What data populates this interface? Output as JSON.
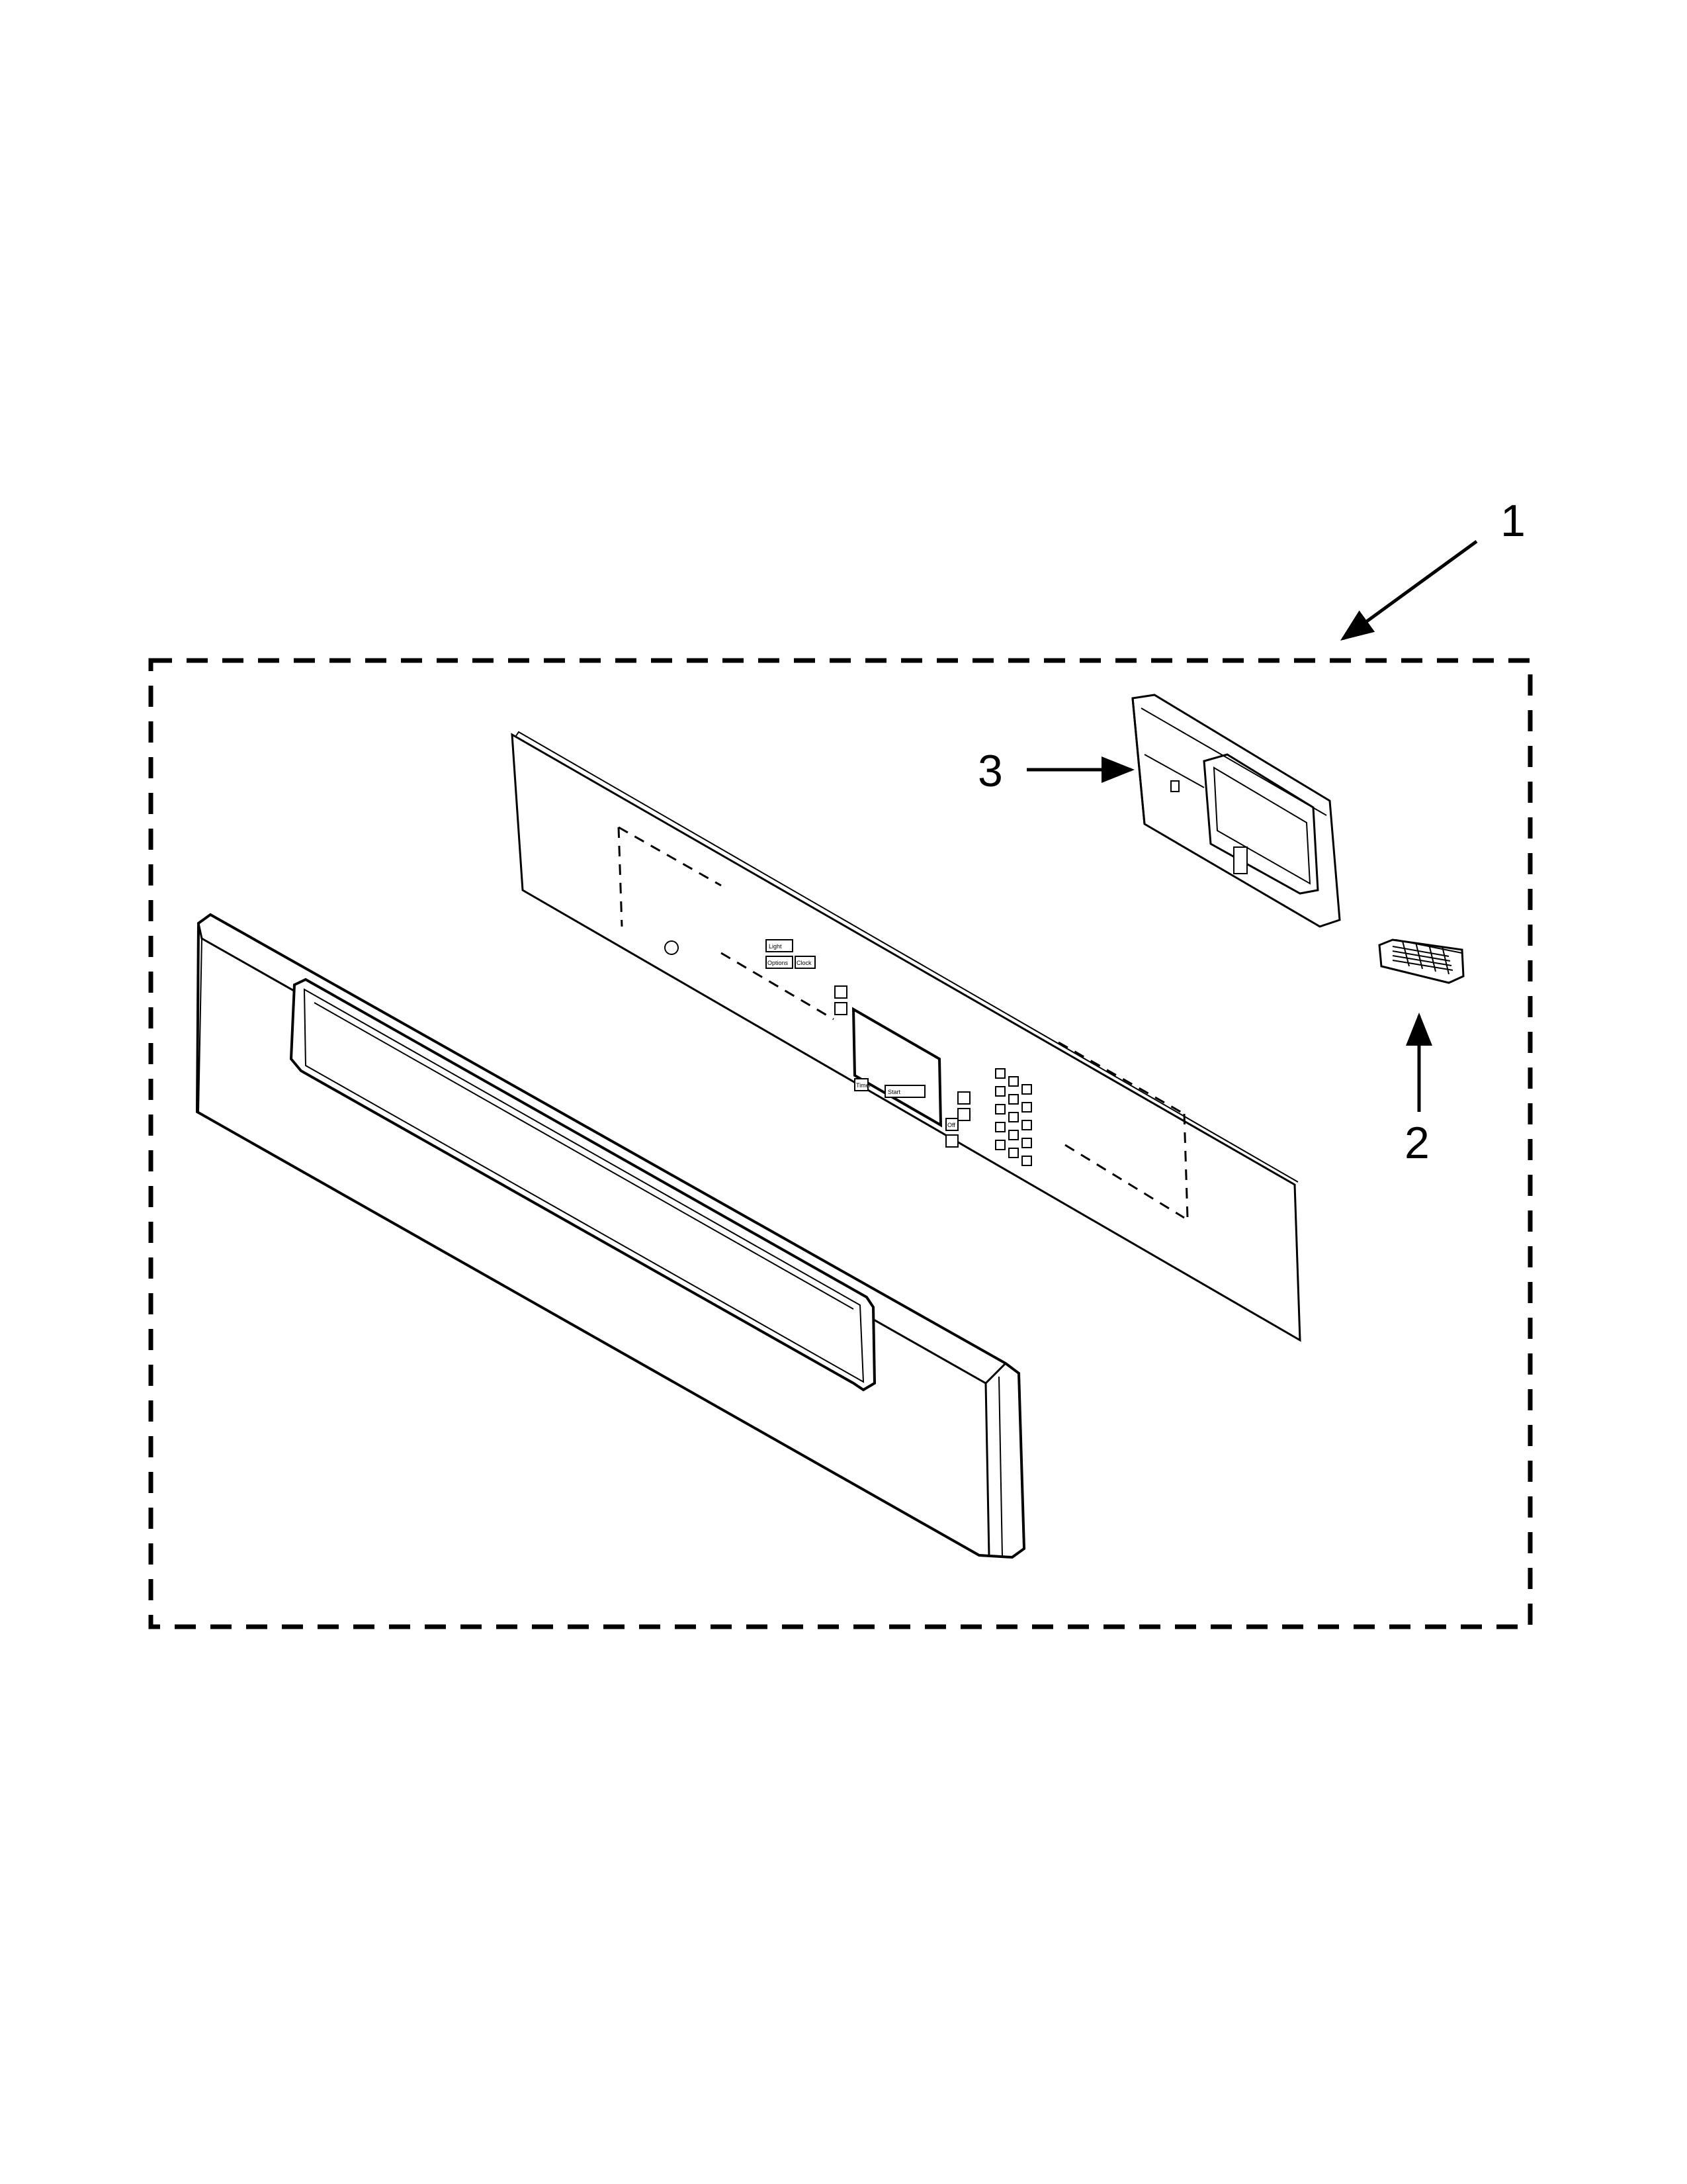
{
  "diagram": {
    "type": "exploded-parts-diagram",
    "callouts": {
      "kit": "1",
      "harness": "2",
      "bracket": "3"
    },
    "panel_labels": {
      "light": "Light",
      "cook_options": "Options",
      "clock": "Clock",
      "start": "Start",
      "timer": "Timer",
      "off": "Off"
    },
    "colors": {
      "line": "#000000",
      "background": "#ffffff"
    },
    "icons": [
      "arrow-icon",
      "dashed-kit-boundary"
    ]
  }
}
